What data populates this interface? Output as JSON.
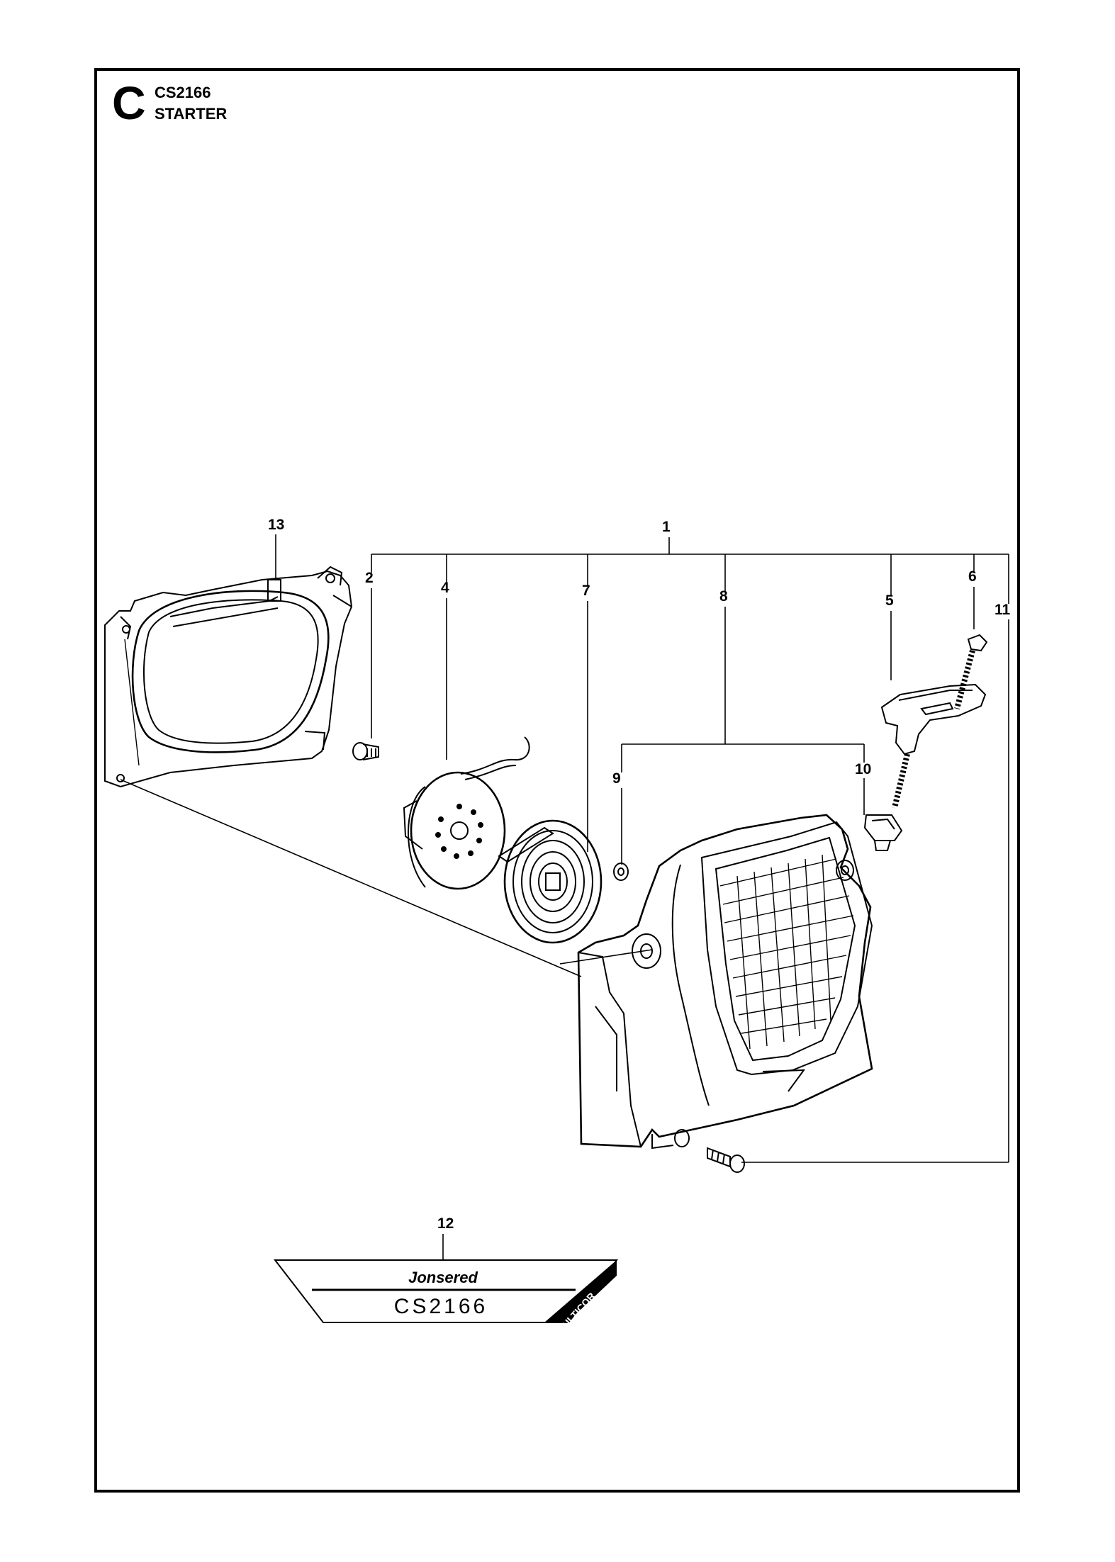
{
  "header": {
    "section_letter": "C",
    "model": "CS2166",
    "title": "STARTER"
  },
  "callouts": {
    "c1": "1",
    "c2": "2",
    "c4": "4",
    "c5": "5",
    "c6": "6",
    "c7": "7",
    "c8": "8",
    "c9": "9",
    "c10": "10",
    "c11": "11",
    "c12": "12",
    "c13": "13"
  },
  "decal": {
    "brand": "Jonsered",
    "model": "CS2166",
    "series": "ULTICOR"
  }
}
